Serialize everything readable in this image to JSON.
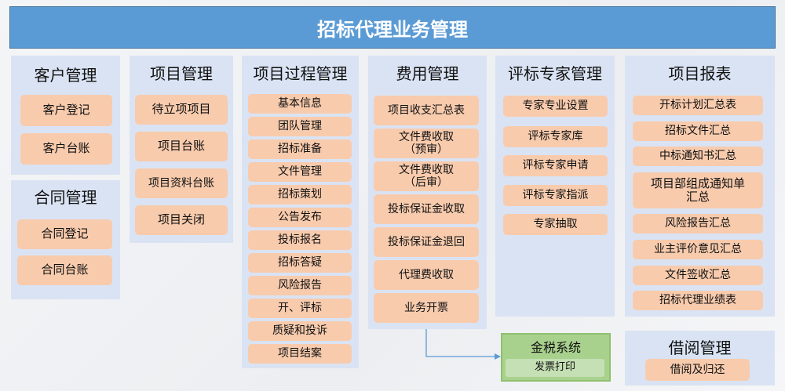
{
  "title": "招标代理业务管理",
  "customer": {
    "title": "客户管理",
    "items": [
      "客户登记",
      "客户台账"
    ]
  },
  "contract": {
    "title": "合同管理",
    "items": [
      "合同登记",
      "合同台账"
    ]
  },
  "project": {
    "title": "项目管理",
    "items": [
      "待立项项目",
      "项目台账",
      "项目资料台账",
      "项目关闭"
    ]
  },
  "process": {
    "title": "项目过程管理",
    "items": [
      "基本信息",
      "团队管理",
      "招标准备",
      "文件管理",
      "招标策划",
      "公告发布",
      "投标报名",
      "招标答疑",
      "风险报告",
      "开、评标",
      "质疑和投诉",
      "项目结案"
    ]
  },
  "fee": {
    "title": "费用管理",
    "items": [
      "项目收支汇总表",
      "文件费收取\n（预审）",
      "文件费收取\n（后审）",
      "投标保证金收取",
      "投标保证金退回",
      "代理费收取",
      "业务开票"
    ]
  },
  "expert": {
    "title": "评标专家管理",
    "items": [
      "专家专业设置",
      "评标专家库",
      "评标专家申请",
      "评标专家指派",
      "专家抽取"
    ]
  },
  "report": {
    "title": "项目报表",
    "items": [
      "开标计划汇总表",
      "招标文件汇总",
      "中标通知书汇总",
      "项目部组成通知单\n汇总",
      "风险报告汇总",
      "业主评价意见汇总",
      "文件签收汇总",
      "招标代理业绩表"
    ]
  },
  "borrow": {
    "title": "借阅管理",
    "items": [
      "借阅及归还"
    ]
  },
  "tax": {
    "title": "金税系统",
    "items": [
      "发票打印"
    ]
  }
}
